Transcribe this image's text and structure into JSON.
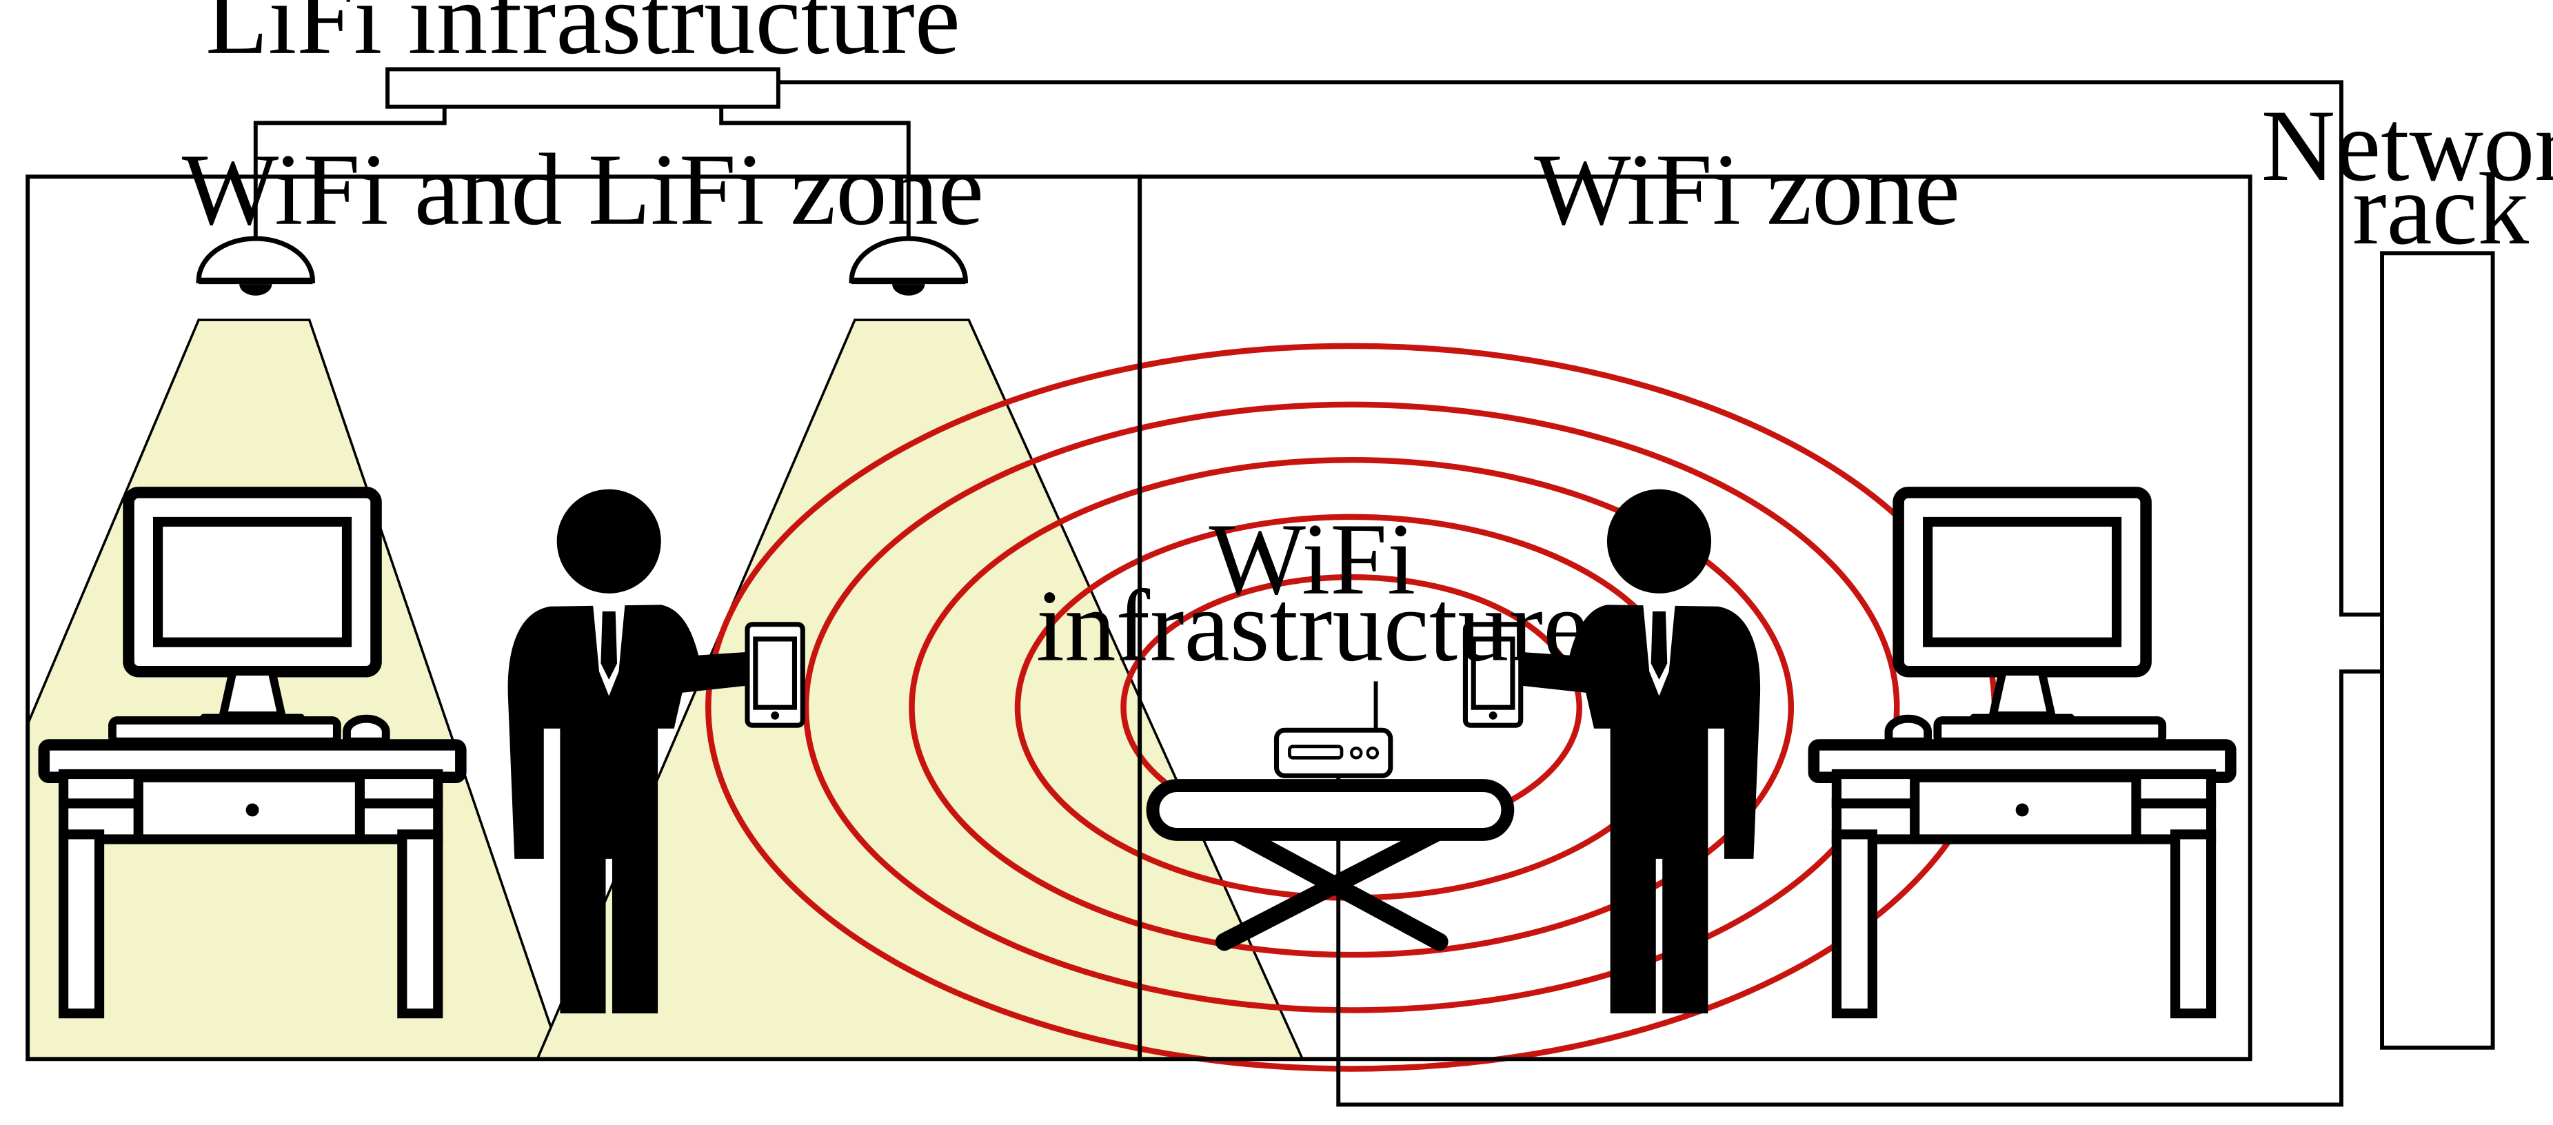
{
  "labels": {
    "lifi_infrastructure": "LiFi infrastructure",
    "wifi_lifi_zone": "WiFi and LiFi zone",
    "wifi_zone": "WiFi zone",
    "network_rack_line1": "Network",
    "network_rack_line2": "rack",
    "wifi_infra_line1": "WiFi",
    "wifi_infra_line2": "infrastructure"
  },
  "colors": {
    "stroke": "#000000",
    "light_cone": "#f4f4ca",
    "wifi_ring": "#c8140f",
    "background": "#ffffff"
  },
  "icons": [
    "ceiling-lamp-icon",
    "person-icon",
    "smartphone-icon",
    "computer-monitor-icon",
    "keyboard-icon",
    "mouse-icon",
    "desk-icon",
    "router-icon",
    "folding-table-icon"
  ]
}
